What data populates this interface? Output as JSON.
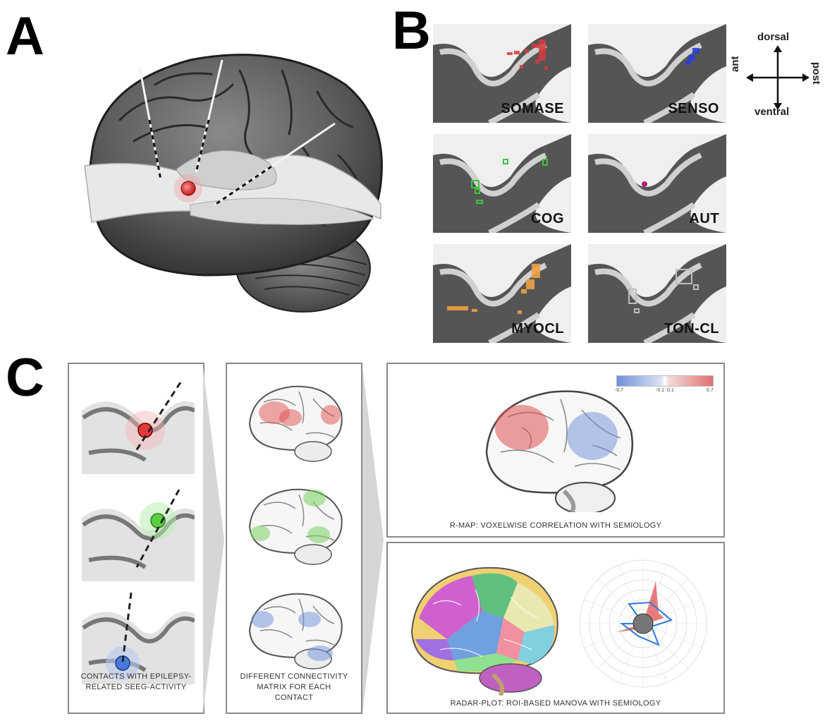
{
  "panels": {
    "a": {
      "letter": "A"
    },
    "b": {
      "letter": "B",
      "tiles": [
        {
          "label": "SOMASE",
          "color": "#d83a3a"
        },
        {
          "label": "SENSO",
          "color": "#2a3fd8"
        },
        {
          "label": "COG",
          "color": "#3ec43e"
        },
        {
          "label": "AUT",
          "color": "#b0207a"
        },
        {
          "label": "MYOCL",
          "color": "#f0a040"
        },
        {
          "label": "TON-CL",
          "color": "#bdbdbd"
        }
      ],
      "compass": {
        "dorsal": "dorsal",
        "ventral": "ventral",
        "ant": "ant",
        "post": "post"
      }
    },
    "c": {
      "letter": "C",
      "contacts_caption": "CONTACTS WITH EPILEPSY-RELATED SEEG-ACTIVITY",
      "matrix_caption": "DIFFERENT CONNECTIVITY MATRIX FOR EACH CONTACT",
      "rmap_caption": "R-MAP: VOXELWISE CORRELATION WITH SEMIOLOGY",
      "radar_caption": "RADAR-PLOT: ROI-BASED MANOVA WITH SEMIOLOGY",
      "colorbar": {
        "ticks": [
          "-0.7",
          "-0.1",
          "0.1",
          "0.7"
        ],
        "neg_color": "#6f8fd8",
        "pos_color": "#e07070"
      },
      "contact_colors": [
        "#e03a3a",
        "#5ad040",
        "#4a7ad8"
      ]
    }
  }
}
